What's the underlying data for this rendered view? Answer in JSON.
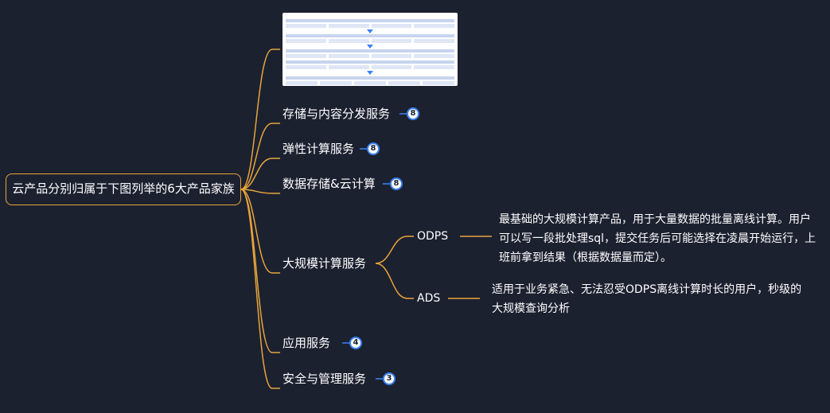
{
  "root": {
    "label": "云产品分别归属于下图列举的6大产品家族"
  },
  "branches": [
    {
      "label": "存储与内容分发服务",
      "count": "8"
    },
    {
      "label": "弹性计算服务",
      "count": "8"
    },
    {
      "label": "数据存储&云计算",
      "count": "8"
    },
    {
      "label": "大规模计算服务"
    },
    {
      "label": "应用服务",
      "count": "4"
    },
    {
      "label": "安全与管理服务",
      "count": "3"
    }
  ],
  "compute": {
    "children": [
      {
        "label": "ODPS",
        "note": [
          "最基础的大规模计算产品，用于大量数据的批量离线计算。用户",
          "可以写一段批处理sql，提交任务后可能选择在凌晨开始运行，上",
          "班前拿到结果（根据数据量而定）。"
        ]
      },
      {
        "label": "ADS",
        "note": [
          "适用于业务紧急、无法忍受ODPS离线计算时长的用户，秒级的",
          "大规模查询分析"
        ]
      }
    ]
  },
  "colors": {
    "background": "#1c2130",
    "connector": "#e8a53a",
    "badge_ring": "#3b82f6"
  },
  "image": {
    "type": "diagram-thumbnail"
  }
}
